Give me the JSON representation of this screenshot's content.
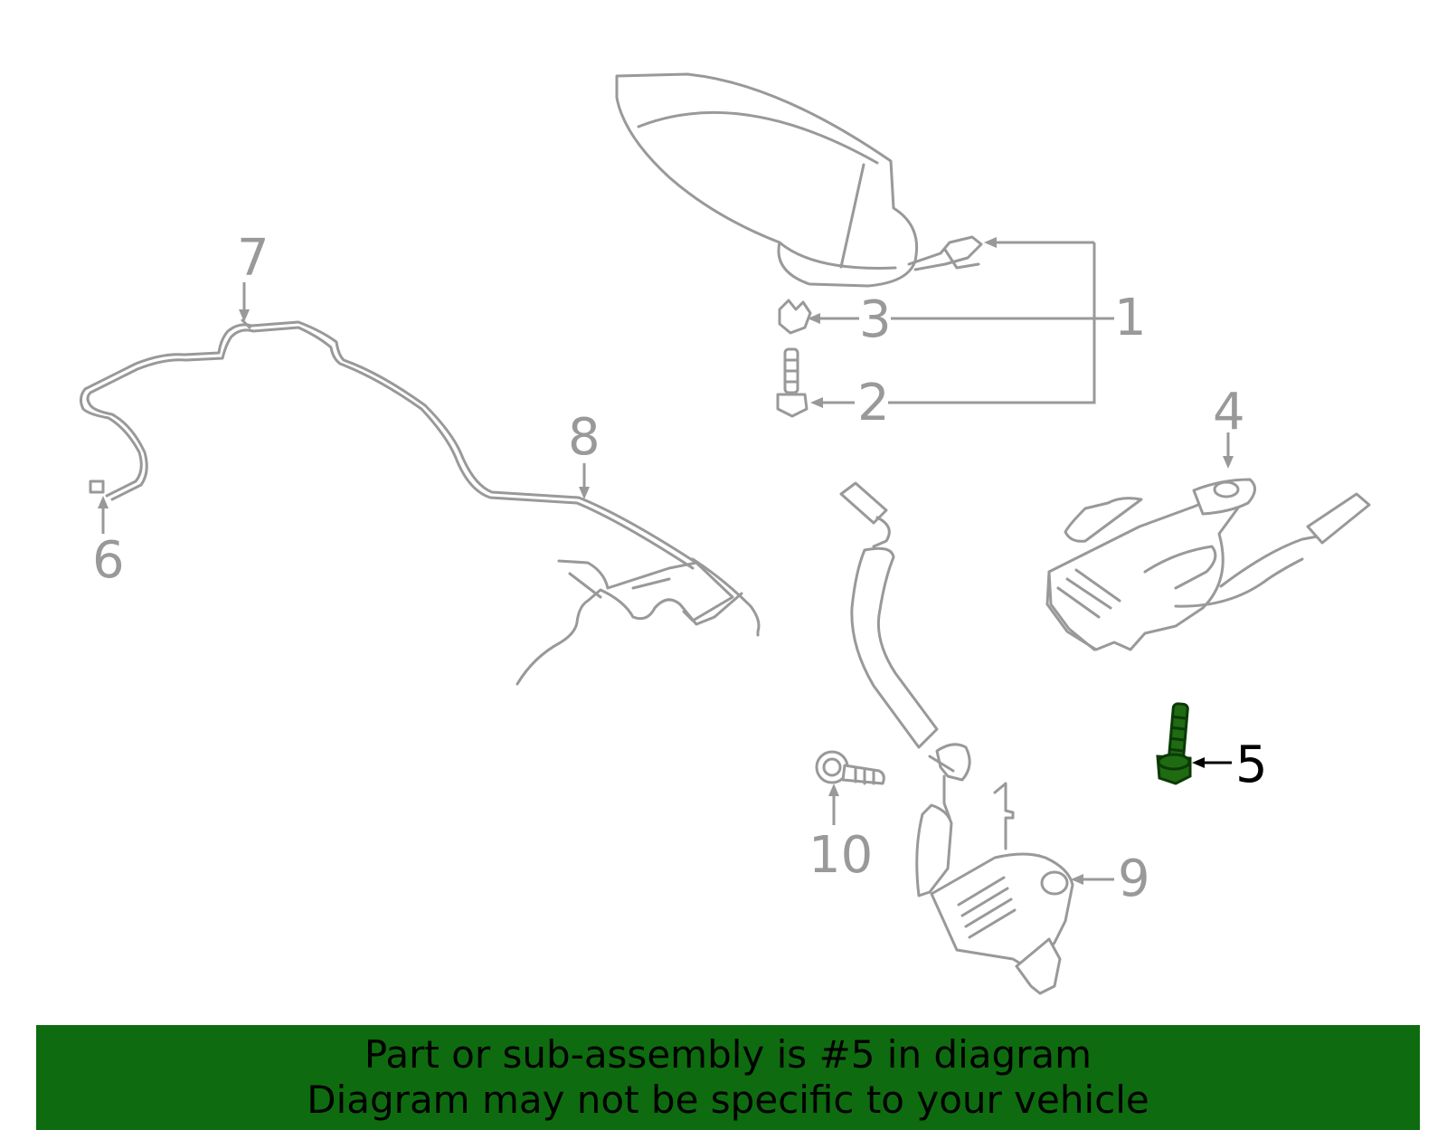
{
  "diagram": {
    "callouts": [
      {
        "id": "1",
        "label": "1"
      },
      {
        "id": "2",
        "label": "2"
      },
      {
        "id": "3",
        "label": "3"
      },
      {
        "id": "4",
        "label": "4"
      },
      {
        "id": "5",
        "label": "5"
      },
      {
        "id": "6",
        "label": "6"
      },
      {
        "id": "7",
        "label": "7"
      },
      {
        "id": "8",
        "label": "8"
      },
      {
        "id": "9",
        "label": "9"
      },
      {
        "id": "10",
        "label": "10"
      }
    ],
    "highlighted_part": "5",
    "colors": {
      "line": "#999999",
      "highlight_part": "#1f6b12",
      "highlight_label": "#000000",
      "banner": "#0f6b0f"
    }
  },
  "banner": {
    "line1": "Part or sub-assembly is #5 in diagram",
    "line2": "Diagram may not be specific to your vehicle"
  }
}
